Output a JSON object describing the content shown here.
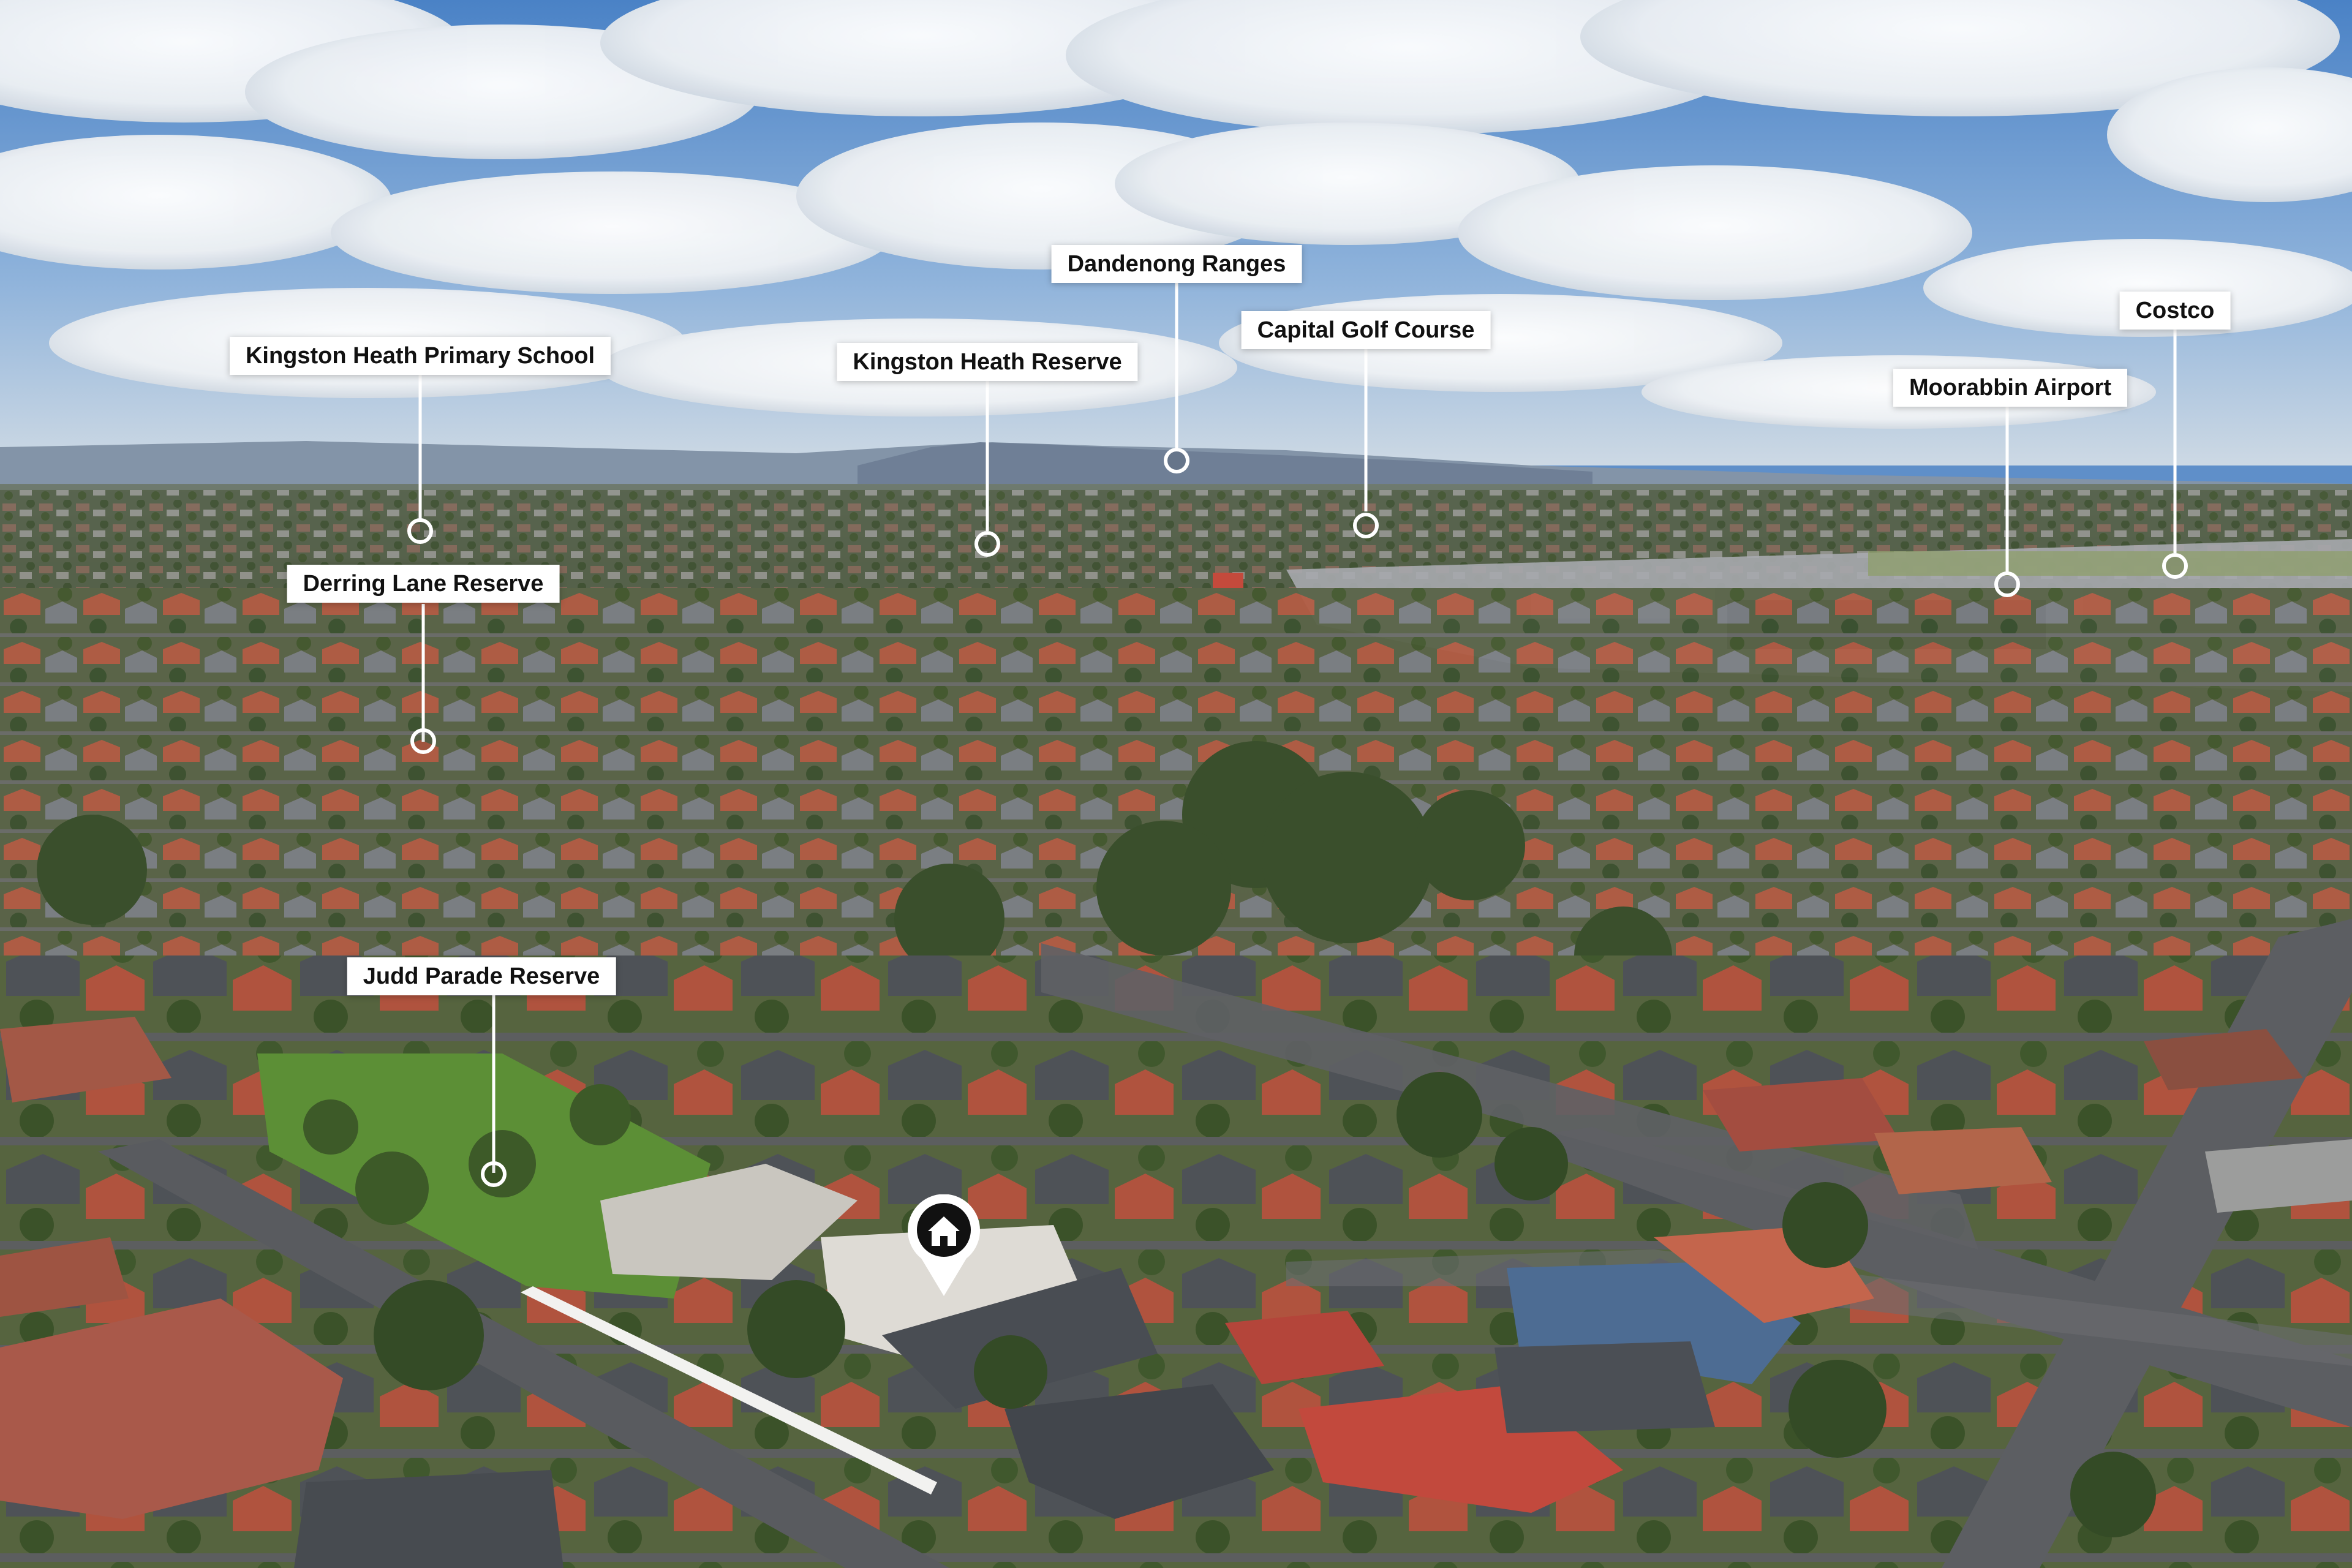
{
  "colors": {
    "sky_top": "#4f86c9",
    "sky_horizon": "#c9d8e6",
    "clouds": "#f2f4f6",
    "ranges": "#7d8da3",
    "trees": "#3f5a2e",
    "park_grass": "#5d8f38",
    "road": "#5a5c60",
    "roof_red": "#b55a45",
    "roof_grey": "#4e5257",
    "label_bg": "#ffffff",
    "label_text": "#111111"
  },
  "landmarks": [
    {
      "name": "Kingston Heath Primary School"
    },
    {
      "name": "Derring Lane Reserve"
    },
    {
      "name": "Judd Parade Reserve"
    },
    {
      "name": "Kingston Heath Reserve"
    },
    {
      "name": "Dandenong Ranges"
    },
    {
      "name": "Capital Golf Course"
    },
    {
      "name": "Moorabbin Airport"
    },
    {
      "name": "Costco"
    }
  ],
  "property_pin": {
    "icon": "home-icon"
  }
}
